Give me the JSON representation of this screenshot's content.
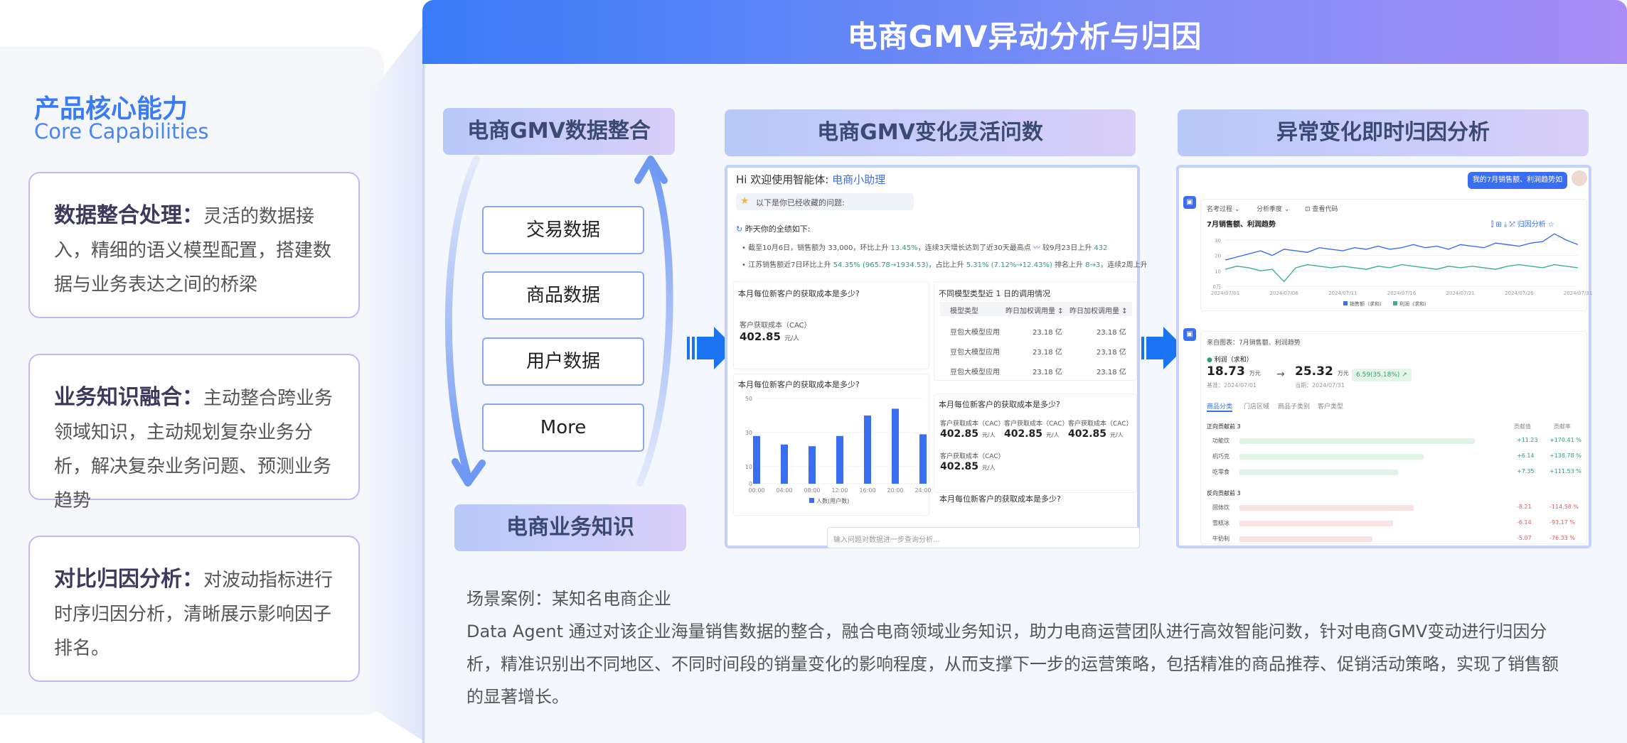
{
  "banner": {
    "title": "电商GMV异动分析与归因"
  },
  "capabilities": {
    "title": "产品核心能力",
    "subtitle": "Core Capabilities",
    "cards": [
      {
        "title": "数据整合处理：",
        "text": "灵活的数据接入，精细的语义模型配置，搭建数据与业务表达之间的桥梁"
      },
      {
        "title": "业务知识融合：",
        "text": "主动整合跨业务领域知识，主动规划复杂业务分析，解决复杂业务问题、预测业务趋势"
      },
      {
        "title": "对比归因分析：",
        "text": "对波动指标进行时序归因分析，清晰展示影响因子排名。"
      }
    ]
  },
  "section1": {
    "label_top": "电商GMV数据整合",
    "label_bottom": "电商业务知识",
    "items": [
      "交易数据",
      "商品数据",
      "用户数据",
      "More"
    ]
  },
  "section2": {
    "label": "电商GMV变化灵活问数",
    "greeting_prefix": "Hi 欢迎使用智能体:",
    "assistant_name": "电商小助理",
    "fav_text": "以下是你已经收藏的问题:",
    "summary_title": "昨天你的全绩如下:",
    "summary_line1_a": "截至10月6日，销售额为 33,000，环比上升",
    "summary_line1_pct": "13.45%",
    "summary_line1_b": "，连续3天增长达到了近30天最高点",
    "summary_line1_c": "较9月23日上升",
    "summary_line1_num": "432",
    "summary_line2_a": "江苏销售额近7日环比上升",
    "summary_line2_pct": "54.35%",
    "summary_line2_range": "(965.78→1934.53)",
    "summary_line2_b": "，占比上升",
    "summary_line2_pct2": "5.31%",
    "summary_line2_range2": "(7.12%→12.43%)",
    "summary_line2_c": "排名上升",
    "summary_line2_rank": "8→3",
    "summary_line2_d": "，连续2周上升",
    "q_cac": "本月每位新客户的获取成本是多少?",
    "cac_label": "客户获取成本（CAC）",
    "cac_value": "402.85",
    "cac_unit": "元/人",
    "model_title": "不同模型类型近 1 日的调用情况",
    "model_headers": [
      "模型类型",
      "昨日加权调用量 ↕",
      "昨日加权调用量 ↕"
    ],
    "model_rows": [
      [
        "豆包大模型应用",
        "23.18 亿",
        "23.18 亿"
      ],
      [
        "豆包大模型应用",
        "23.18 亿",
        "23.18 亿"
      ],
      [
        "豆包大模型应用",
        "23.18 亿",
        "23.18 亿"
      ]
    ],
    "chart_question": "本月每位新客户的获取成本是多少?",
    "legend": "人数(用户数)",
    "q_cac2": "本月每位新客户的获取成本是多少?",
    "cac_grid": [
      {
        "label": "客户获取成本（CAC）",
        "value": "402.85",
        "unit": "元/人"
      },
      {
        "label": "客户获取成本（CAC）",
        "value": "402.85",
        "unit": "元/人"
      },
      {
        "label": "客户获取成本（CAC）",
        "value": "402.85",
        "unit": "元/人"
      },
      {
        "label": "客户获取成本（CAC）",
        "value": "402.85",
        "unit": "元/人"
      }
    ],
    "q_cac3": "本月每位新客户的获取成本是多少?",
    "input_placeholder": "输入问题对数据进一步查询分析..."
  },
  "section3": {
    "label": "异常变化即时归因分析",
    "user_bubble": "我的7月销售额、利润趋势如何?",
    "filters": [
      "名考过程 ⌄",
      "分析季度 ⌄",
      "⊡ 查看代码"
    ],
    "trend_title": "7月销售额、利润趋势",
    "y_ticks": [
      "30",
      "20",
      "10",
      "0万"
    ],
    "x_ticks": [
      "2024/07/01",
      "2024/07/06",
      "2024/07/11",
      "2024/07/16",
      "2024/07/21",
      "2024/07/26",
      "2024/07/31"
    ],
    "trend_legend": [
      "销售额（求和）",
      "利润（求和）"
    ],
    "source": "来自图表：7月销售额、利润趋势",
    "metric_name": "利润（求和）",
    "from_value": "18.73",
    "from_unit": "万元",
    "from_date": "基准：2024/07/01",
    "to_value": "25.32",
    "to_unit": "万元",
    "to_date": "当期：2024/07/31",
    "change_badge": "6.59(35.18%) ↗",
    "tabs": [
      "商品分类",
      "门店区域",
      "商品子类别",
      "客户类型"
    ],
    "pos_title": "正向贡献前 3",
    "pos_rows": [
      {
        "name": "功能饮",
        "v": "+11.23",
        "pct": "+170.41 %",
        "level": 0.92
      },
      {
        "name": "机巧克",
        "v": "+6.14",
        "pct": "+138.78 %",
        "level": 0.72
      },
      {
        "name": "吃零食",
        "v": "+7.35",
        "pct": "+111.53 %",
        "level": 0.62
      }
    ],
    "neg_title": "反向贡献前 3",
    "neg_rows": [
      {
        "name": "固体饮",
        "v": "-8.21",
        "pct": "-114.58 %",
        "level": 0.68
      },
      {
        "name": "雪糕冰",
        "v": "-6.14",
        "pct": "-93.17 %",
        "level": 0.6
      },
      {
        "name": "牛奶制",
        "v": "-5.07",
        "pct": "-76.33 %",
        "level": 0.52
      }
    ],
    "col_heads": [
      "贡献值",
      "贡献率"
    ]
  },
  "case": {
    "title": "场景案例：某知名电商企业",
    "text": "Data Agent 通过对该企业海量销售数据的整合，融合电商领域业务知识，助力电商运营团队进行高效智能问数，针对电商GMV变动进行归因分析，精准识别出不同地区、不同时间段的销量变化的影响程度，从而支撑下一步的运营策略，包括精准的商品推荐、促销活动策略，实现了销售额的显著增长。"
  },
  "chart_data": [
    {
      "type": "bar",
      "categories": [
        "00:00",
        "04:00",
        "08:00",
        "12:00",
        "16:00",
        "20:00",
        "24:00"
      ],
      "series": [
        {
          "name": "人数(用户数)",
          "values": [
            28,
            23,
            22,
            28,
            40,
            44,
            29
          ]
        }
      ],
      "ylim": [
        0,
        50
      ],
      "yticks": [
        0,
        10,
        30,
        50
      ],
      "legend": "bottom",
      "color": "#3a6ef0"
    },
    {
      "type": "line",
      "x": [
        "2024/07/01",
        "2024/07/06",
        "2024/07/11",
        "2024/07/16",
        "2024/07/21",
        "2024/07/26",
        "2024/07/31"
      ],
      "series": [
        {
          "name": "销售额（求和）",
          "values": [
            17,
            19,
            21,
            23,
            20,
            24,
            23,
            22,
            25,
            24,
            23,
            25,
            24,
            26,
            24,
            25,
            27,
            25,
            26,
            24,
            27,
            26,
            25,
            28,
            27,
            26,
            28,
            29,
            34,
            30,
            27
          ]
        },
        {
          "name": "利润（求和）",
          "values": [
            11,
            13,
            12,
            10,
            11,
            3,
            12,
            14,
            13,
            12,
            13,
            12,
            11,
            13,
            12,
            14,
            13,
            12,
            11,
            13,
            12,
            13,
            12,
            11,
            13,
            14,
            13,
            12,
            14,
            13,
            12
          ]
        }
      ],
      "ylim": [
        0,
        35
      ],
      "legend": "bottom",
      "colors": [
        "#3a6ef0",
        "#3fb37f"
      ]
    }
  ]
}
